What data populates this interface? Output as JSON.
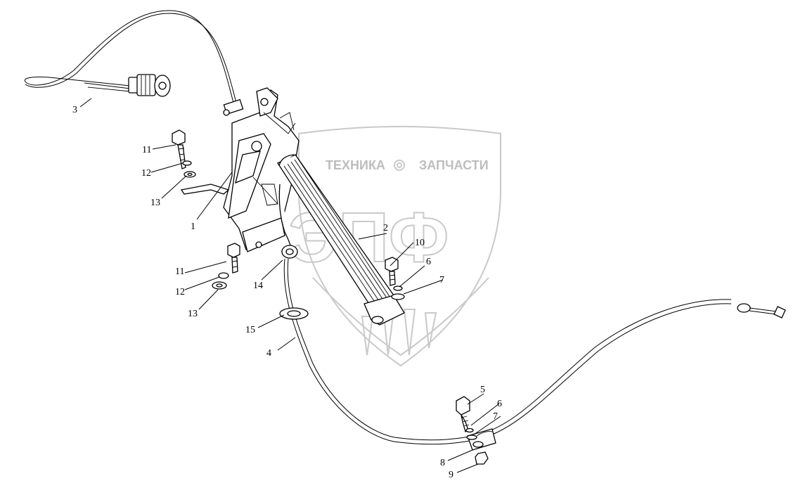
{
  "watermark": {
    "top_text_left": "ТЕХНИКА",
    "top_text_right": "ЗАПЧАСТИ",
    "logo_letters": "ЭПФ"
  },
  "callouts": [
    {
      "id": "c1",
      "text": "1"
    },
    {
      "id": "c2",
      "text": "2"
    },
    {
      "id": "c3",
      "text": "3"
    },
    {
      "id": "c4",
      "text": "4"
    },
    {
      "id": "c5",
      "text": "5"
    },
    {
      "id": "c6a",
      "text": "6"
    },
    {
      "id": "c6b",
      "text": "6"
    },
    {
      "id": "c7a",
      "text": "7"
    },
    {
      "id": "c7b",
      "text": "7"
    },
    {
      "id": "c8",
      "text": "8"
    },
    {
      "id": "c9",
      "text": "9"
    },
    {
      "id": "c10",
      "text": "10"
    },
    {
      "id": "c11a",
      "text": "11"
    },
    {
      "id": "c11b",
      "text": "11"
    },
    {
      "id": "c12a",
      "text": "12"
    },
    {
      "id": "c12b",
      "text": "12"
    },
    {
      "id": "c13a",
      "text": "13"
    },
    {
      "id": "c13b",
      "text": "13"
    },
    {
      "id": "c14",
      "text": "14"
    },
    {
      "id": "c15",
      "text": "15"
    }
  ]
}
